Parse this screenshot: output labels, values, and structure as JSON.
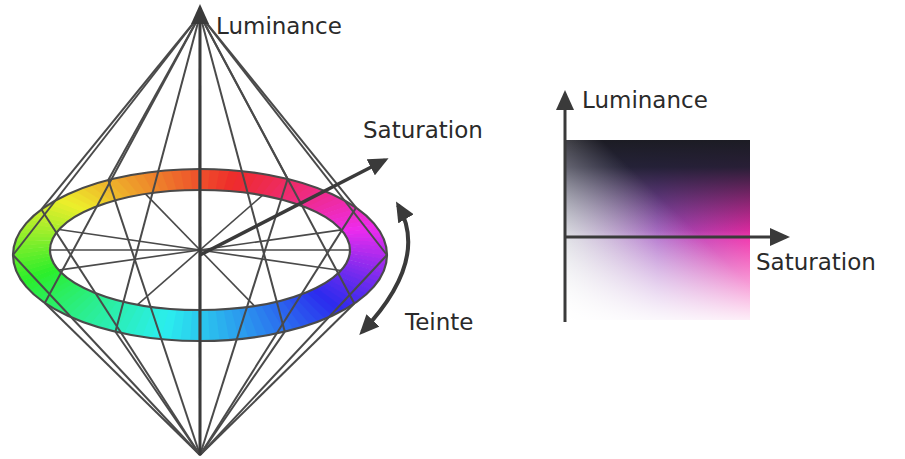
{
  "diagram": {
    "labels": [
      "Luminance",
      "Saturation",
      "Teinte",
      "Luminance",
      "Saturation"
    ]
  }
}
